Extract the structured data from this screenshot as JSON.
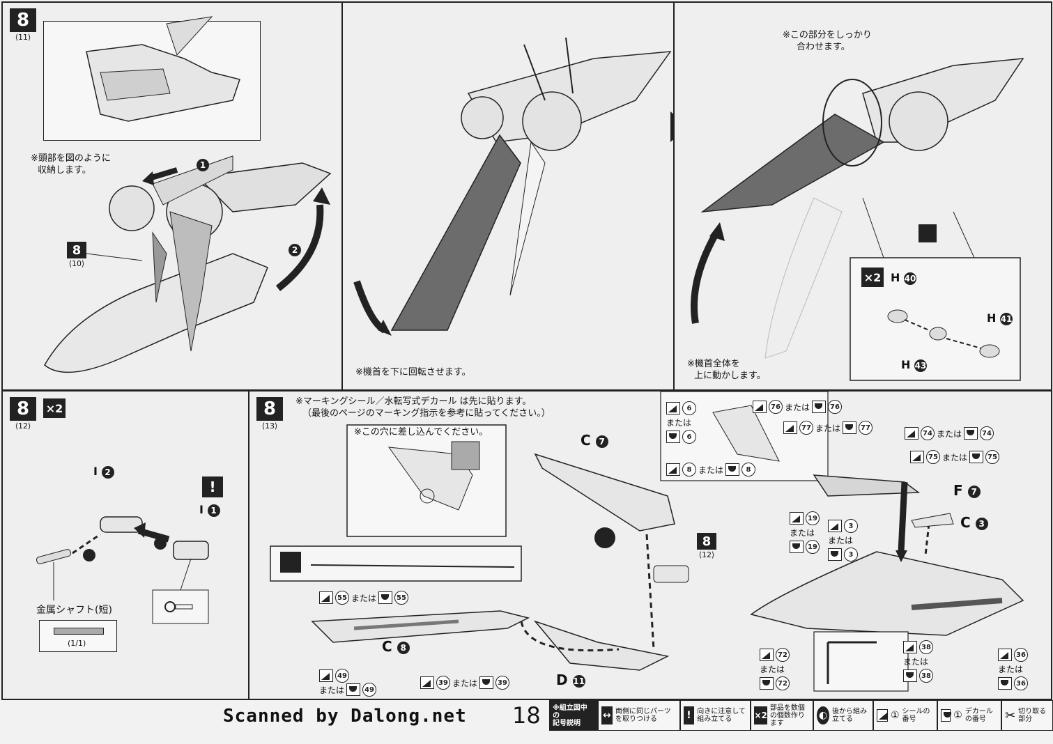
{
  "step11": {
    "step": "8",
    "sub": "⟨11⟩",
    "note_head": "※頭部を図のように",
    "note_head2": "収納します。",
    "ref_step": "8",
    "ref_sub": "⟨10⟩",
    "num1": "1",
    "num2": "2"
  },
  "step11b": {
    "note": "※機首を下に回転させます。"
  },
  "step11c": {
    "note_top1": "※この部分をしっかり",
    "note_top2": "合わせます。",
    "note_bottom1": "※機首全体を",
    "note_bottom2": "上に動かします。",
    "x2": "×2",
    "h40": "H",
    "h40n": "40",
    "h41": "H",
    "h41n": "41",
    "h43": "H",
    "h43n": "43"
  },
  "step12": {
    "step": "8",
    "sub": "⟨12⟩",
    "x2": "×2",
    "i2": "I",
    "i2n": "2",
    "i1": "I",
    "i1n": "1",
    "excl": "!",
    "shaft": "金属シャフト(短)",
    "shaft_count": "(1/1)"
  },
  "step13": {
    "step": "8",
    "sub": "⟨13⟩",
    "note1": "※マーキングシール／水転写式デカール は先に貼ります。",
    "note2": "（最後のページのマーキング指示を参考に貼ってください。）",
    "note_hole": "※この穴に差し込んでください。",
    "c7": "C",
    "c7n": "7",
    "c8": "C",
    "c8n": "8",
    "d11": "D",
    "d11n": "11",
    "f7": "F",
    "f7n": "7",
    "c3": "C",
    "c3n": "3",
    "ref_step": "8",
    "ref_sub": "⟨12⟩",
    "or": "または",
    "stickers": {
      "s55": "55",
      "s49": "49",
      "s39": "39",
      "s6": "6",
      "s8": "8",
      "s76": "76",
      "s77": "77",
      "s74": "74",
      "s75": "75",
      "s19": "19",
      "s3": "3",
      "s72": "72",
      "s38": "38",
      "s36": "36"
    }
  },
  "footer": {
    "scanned": "Scanned by Dalong.net",
    "page": "18",
    "legend_title1": "※組立図中の",
    "legend_title2": "記号説明",
    "leg1": "両側に同じパーツを取りつける",
    "leg2": "向きに注意して組み立てる",
    "leg3": "部品を数個の個数作ります",
    "leg4": "後から組み立てる",
    "leg5a": "①",
    "leg5": "シールの番号",
    "leg6a": "①",
    "leg6": "デカールの番号",
    "leg7": "切り取る部分"
  }
}
